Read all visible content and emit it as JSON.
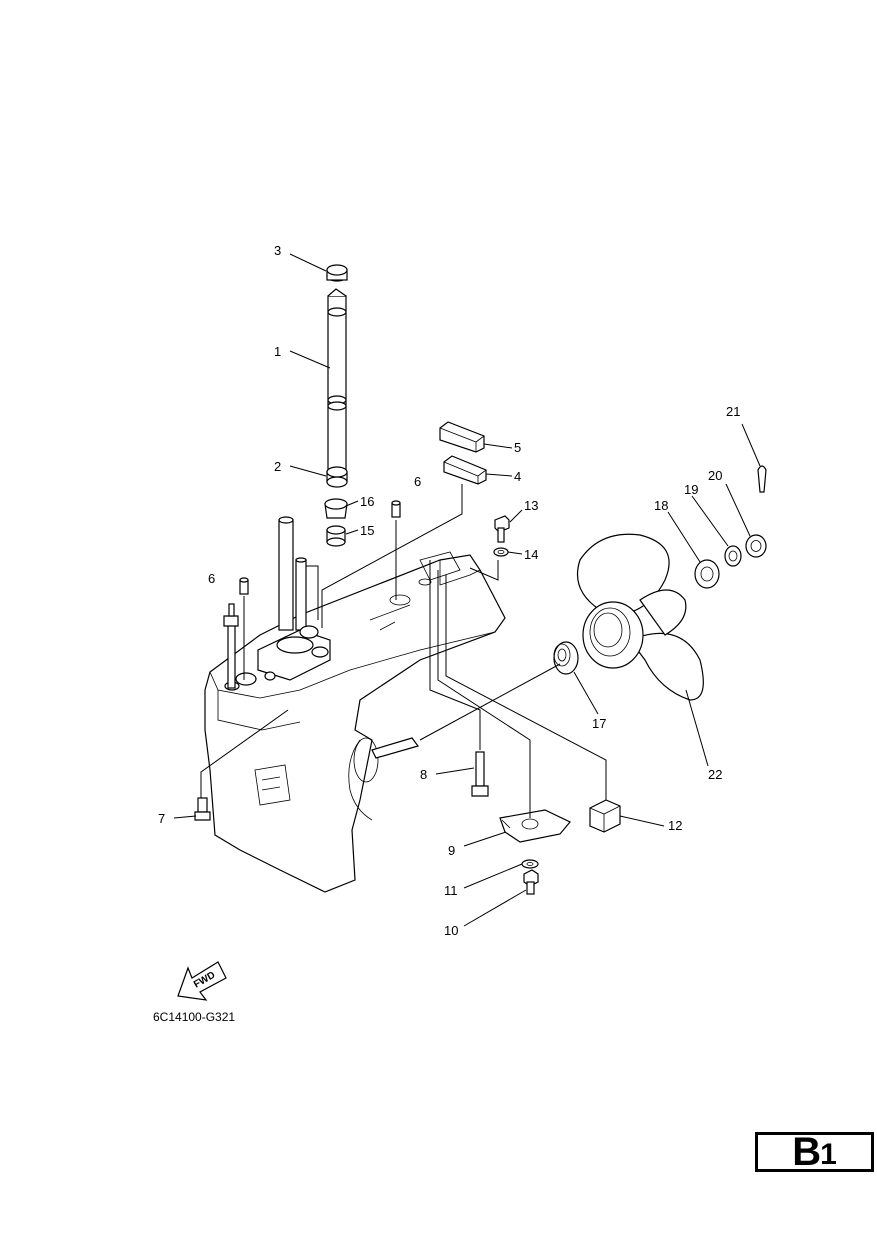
{
  "diagram_code": "6C14100-G321",
  "page_badge": {
    "letter": "B",
    "number": "1"
  },
  "forward_arrow_label": "FWD",
  "callouts": {
    "p1": "1",
    "p2": "2",
    "p3": "3",
    "p4": "4",
    "p5": "5",
    "p6a": "6",
    "p6b": "6",
    "p7": "7",
    "p8": "8",
    "p9": "9",
    "p10": "10",
    "p11": "11",
    "p12": "12",
    "p13": "13",
    "p14": "14",
    "p15": "15",
    "p16": "16",
    "p17": "17",
    "p18": "18",
    "p19": "19",
    "p20": "20",
    "p21": "21",
    "p22": "22"
  }
}
